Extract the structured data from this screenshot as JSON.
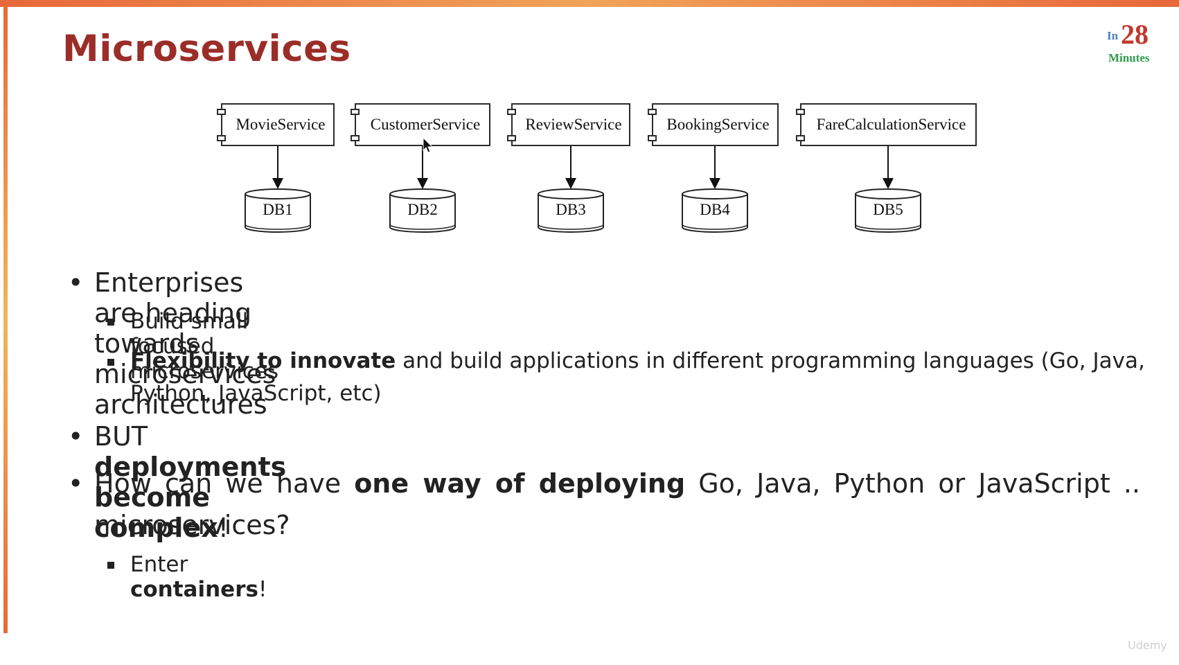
{
  "slide": {
    "title": "Microservices",
    "logo": {
      "prefix": "In",
      "number": "28",
      "word": "Minutes"
    },
    "watermark": "Udemy"
  },
  "diagram": {
    "services": [
      "MovieService",
      "CustomerService",
      "ReviewService",
      "BookingService",
      "FareCalculationService"
    ],
    "databases": [
      "DB1",
      "DB2",
      "DB3",
      "DB4",
      "DB5"
    ]
  },
  "bullets": {
    "b1": {
      "text": "Enterprises are heading towards microservices architectures"
    },
    "b1_sub1": {
      "text": "Build small focused microservices"
    },
    "b1_sub2": {
      "bold": "Flexibility to innovate",
      "rest1": " and build applications in different programming languages (Go, Java,",
      "rest2": "Python, JavaScript, etc)"
    },
    "b2": {
      "pre": "BUT ",
      "bold": "deployments become complex",
      "post": "!"
    },
    "b3": {
      "pre": "How can we have ",
      "bold": "one way of deploying",
      "post1": " Go, Java, Python or JavaScript ..",
      "post2": "microservices?"
    },
    "b3_sub1": {
      "pre": "Enter ",
      "bold": "containers",
      "post": "!"
    }
  },
  "colors": {
    "title": "#9b2d28",
    "accent_bar": "#e8683a",
    "logo_number": "#c0392b",
    "logo_prefix": "#4a7fc0",
    "logo_word": "#2e9b4a"
  }
}
